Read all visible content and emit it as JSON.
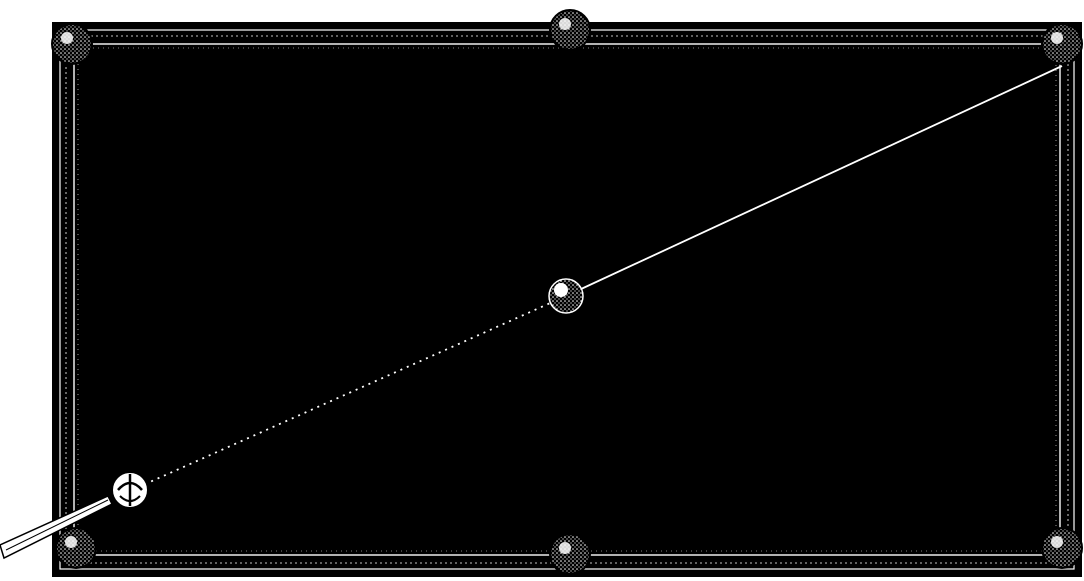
{
  "game": {
    "type": "pool-table-shot-diagram",
    "colors": {
      "background": "#ffffff",
      "felt": "#000000",
      "rail": "#000000",
      "rail_lines": "#ffffff",
      "ball": "#ffffff",
      "aim_line": "#ffffff"
    },
    "pockets": [
      {
        "name": "pocket-top-left"
      },
      {
        "name": "pocket-top-middle"
      },
      {
        "name": "pocket-top-right"
      },
      {
        "name": "pocket-bottom-left"
      },
      {
        "name": "pocket-bottom-middle"
      },
      {
        "name": "pocket-bottom-right"
      }
    ],
    "balls": [
      {
        "name": "cue-ball",
        "kind": "cue"
      },
      {
        "name": "object-ball",
        "kind": "object"
      }
    ],
    "shot": {
      "cue_path": "dotted",
      "object_path": "solid",
      "target_pocket": "pocket-top-right"
    },
    "cue_stick": {
      "visible": true
    }
  }
}
